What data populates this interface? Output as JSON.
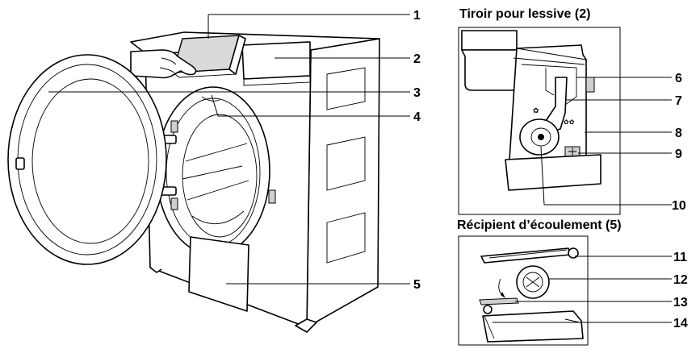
{
  "titles": {
    "detergent_drawer": "Tiroir pour lessive (2)",
    "drain_container": "Récipient d’écoulement (5)"
  },
  "callouts": {
    "c1": "1",
    "c2": "2",
    "c3": "3",
    "c4": "4",
    "c5": "5",
    "c6": "6",
    "c7": "7",
    "c8": "8",
    "c9": "9",
    "c10": "10",
    "c11": "11",
    "c12": "12",
    "c13": "13",
    "c14": "14"
  }
}
